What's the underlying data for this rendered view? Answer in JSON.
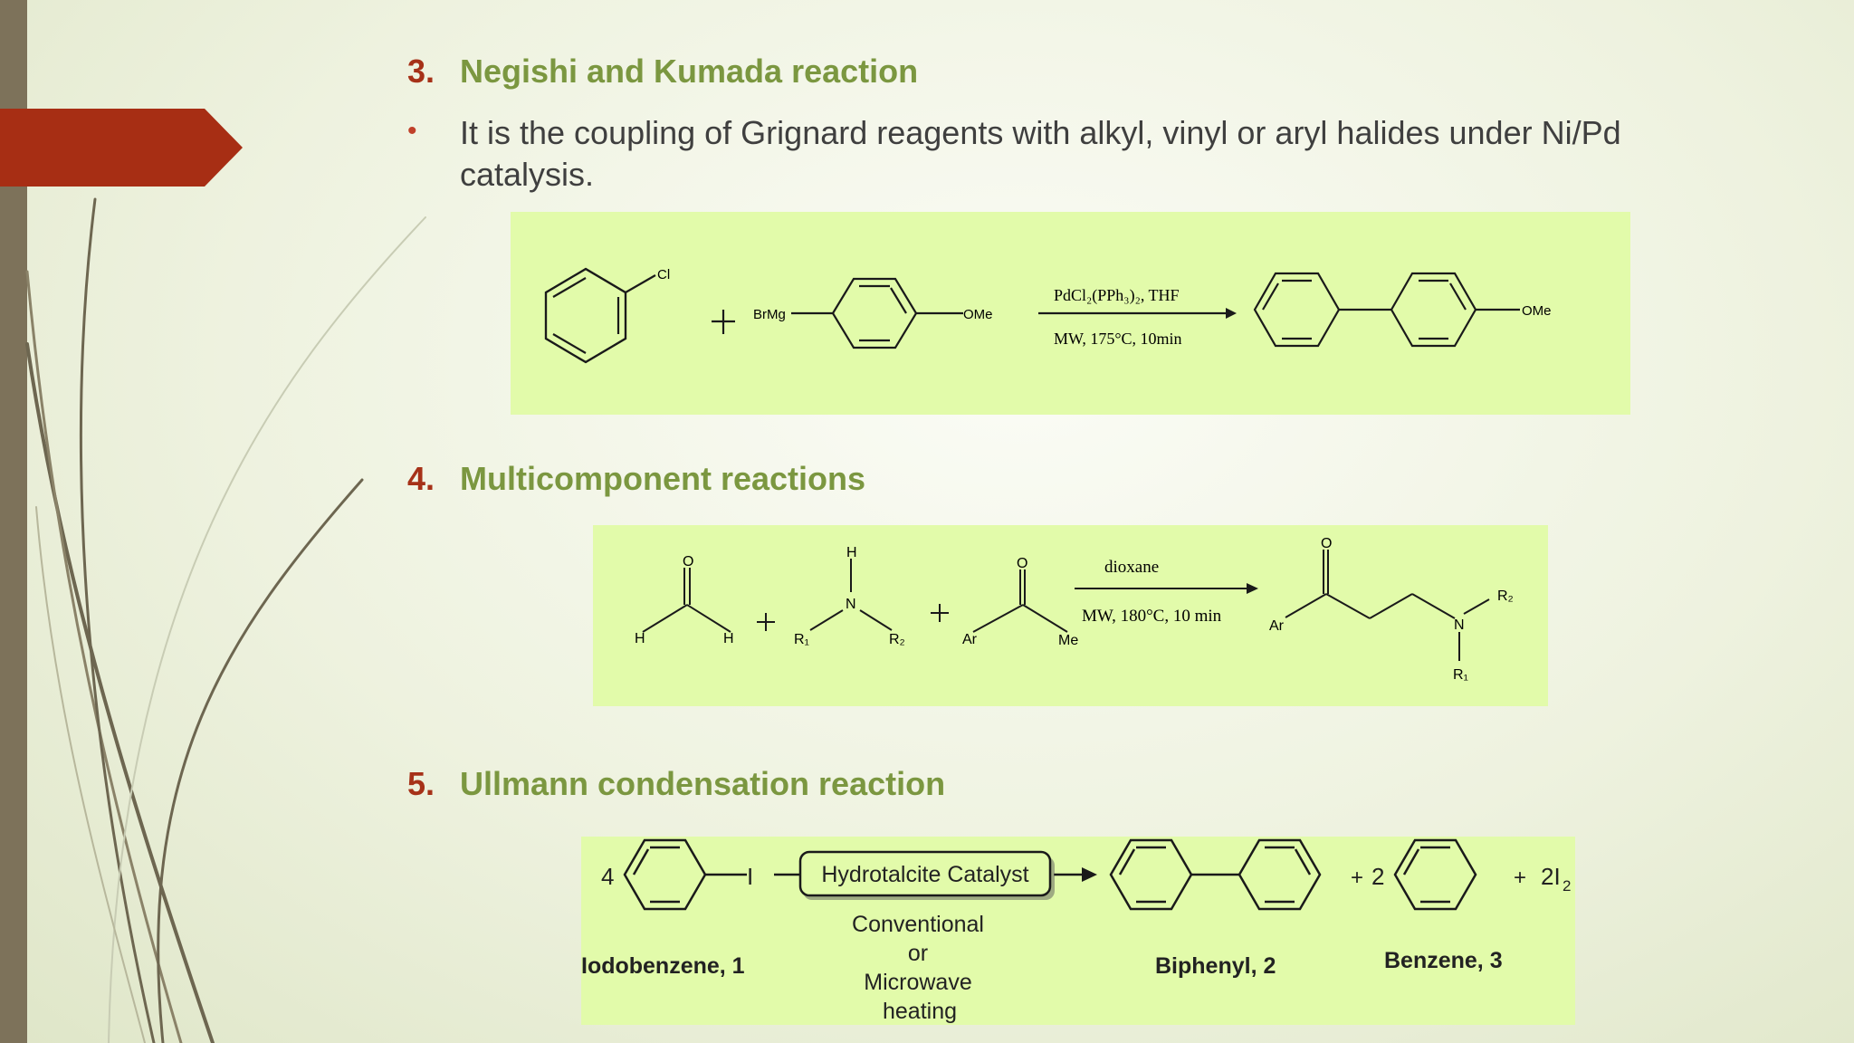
{
  "sections": [
    {
      "number": "3.",
      "heading": "Negishi and Kumada reaction"
    },
    {
      "number": "4.",
      "heading": "Multicomponent reactions"
    },
    {
      "number": "5.",
      "heading": "Ullmann condensation reaction"
    }
  ],
  "bullet": {
    "symbol": "•",
    "text": "It is the coupling of Grignard reagents with alkyl, vinyl or aryl halides under Ni/Pd catalysis."
  },
  "reaction1": {
    "cl": "Cl",
    "plus": "+",
    "brmg": "BrMg",
    "ome_left": "OMe",
    "ome_right": "OMe",
    "cond_top": "PdCl₂(PPh₃)₂, THF",
    "cond_bottom": "MW, 175°C, 10min"
  },
  "reaction2": {
    "o1": "O",
    "h1": "H",
    "h2": "H",
    "plus1": "+",
    "h_n": "H",
    "n": "N",
    "r1": "R₁",
    "r2": "R₂",
    "plus2": "+",
    "o2": "O",
    "ar": "Ar",
    "me": "Me",
    "cond_top": "dioxane",
    "cond_bottom": "MW, 180°C, 10 min",
    "o3": "O",
    "ar_p": "Ar",
    "n_p": "N",
    "r2_p": "R₂",
    "r1_p": "R₁"
  },
  "reaction3": {
    "coef": "4",
    "iodo": "I",
    "catalyst": "Hydrotalcite Catalyst",
    "conditions": [
      "Conventional",
      "or",
      "Microwave",
      "heating"
    ],
    "plus1": "+",
    "coef2": "2",
    "plus2": "+",
    "i2": "2I",
    "i2_sub": "2",
    "label1": "Iodobenzene, 1",
    "label2": "Biphenyl, 2",
    "label3": "Benzene, 3"
  },
  "colors": {
    "accent_red": "#a63118",
    "heading_green": "#7b9740",
    "box_green": "#e2fbaa"
  }
}
